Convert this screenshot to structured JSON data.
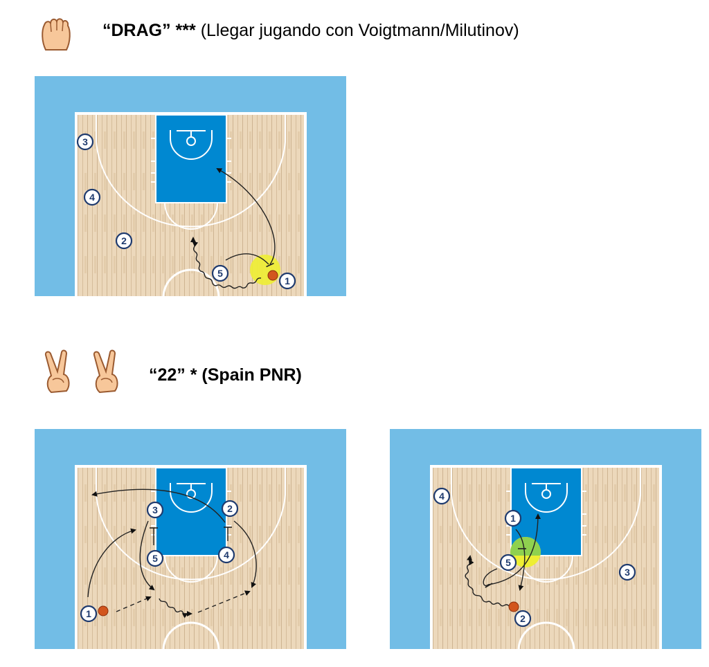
{
  "section1": {
    "title_bold": "“DRAG” ***",
    "title_rest": " (Llegar jugando con Voigtmann/Milutinov)",
    "icon": "raised-fist-hand-icon",
    "diagram": {
      "players": [
        "1",
        "2",
        "3",
        "4",
        "5"
      ]
    }
  },
  "section2": {
    "title_bold": "“22” * (Spain PNR)",
    "icon": "two-victory-hands-icon",
    "diagrams": [
      {
        "players": [
          "1",
          "2",
          "3",
          "4",
          "5"
        ]
      },
      {
        "players": [
          "1",
          "2",
          "3",
          "4",
          "5"
        ]
      }
    ]
  },
  "colors": {
    "out_of_bounds": "#72bde6",
    "paint": "#0088d1",
    "player_stroke": "#1e3a6e",
    "screen_highlight": "#eeee33",
    "screen_highlight_alt": "#8fd14f",
    "ball": "#d2561e"
  }
}
